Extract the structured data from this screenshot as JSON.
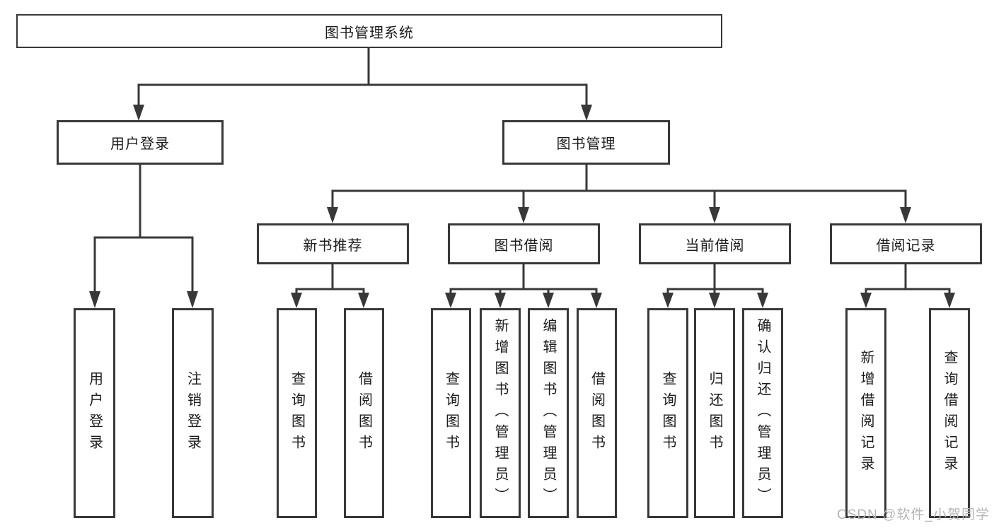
{
  "root": {
    "label": "图书管理系统"
  },
  "branch_user": {
    "label": "用户登录",
    "children": [
      {
        "label": "用户登录"
      },
      {
        "label": "注销登录"
      }
    ]
  },
  "branch_books": {
    "label": "图书管理",
    "sections": [
      {
        "label": "新书推荐",
        "children": [
          {
            "label": "查询图书"
          },
          {
            "label": "借阅图书"
          }
        ]
      },
      {
        "label": "图书借阅",
        "children": [
          {
            "label": "查询图书"
          },
          {
            "label": "新增图书（管理员）"
          },
          {
            "label": "编辑图书（管理员）"
          },
          {
            "label": "借阅图书"
          }
        ]
      },
      {
        "label": "当前借阅",
        "children": [
          {
            "label": "查询图书"
          },
          {
            "label": "归还图书"
          },
          {
            "label": "确认归还（管理员）"
          }
        ]
      },
      {
        "label": "借阅记录",
        "children": [
          {
            "label": "新增借阅记录"
          },
          {
            "label": "查询借阅记录"
          }
        ]
      }
    ]
  },
  "watermark": "CSDN @软件_小贺同学",
  "colors": {
    "line": "#383838",
    "border": "#383838",
    "text": "#1c1c1c",
    "watermark_text": "#b5b5b5",
    "background": "#ffffff"
  }
}
